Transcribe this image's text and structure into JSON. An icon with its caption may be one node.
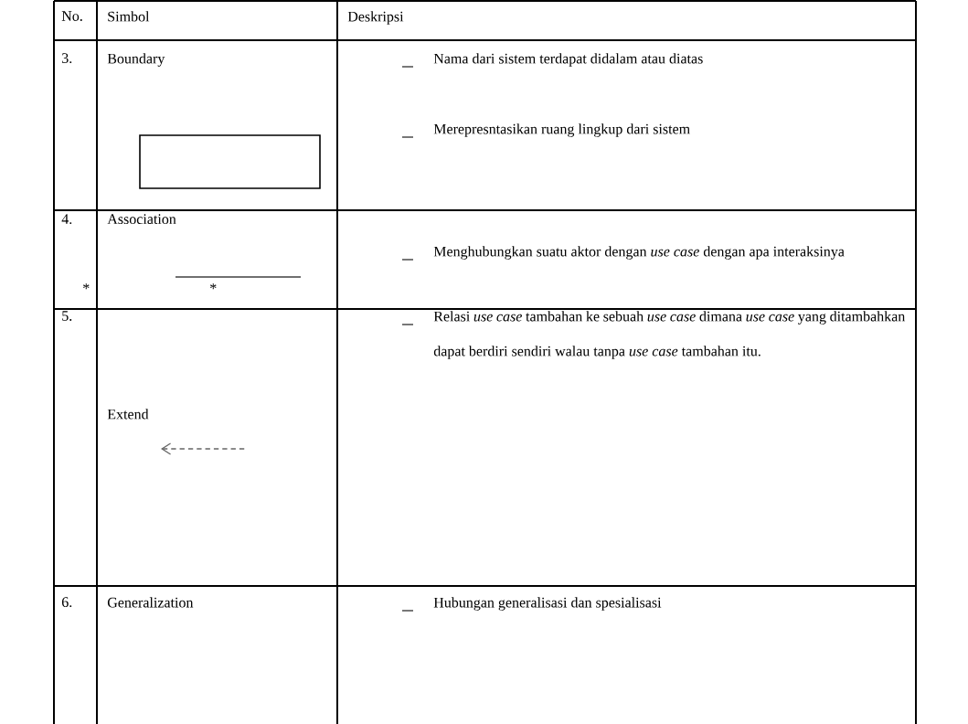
{
  "diagram": {
    "labels": [
      "No.",
      "Simbol",
      "Deskripsi",
      "3.",
      "Boundary",
      "Nama dari sistem terdapat didalam atau diatas",
      "Merepresntasikan ruang lingkup dari sistem",
      "4.",
      "Association",
      "*",
      "*",
      "Menghubungkan suatu aktor dengan *use case* dengan apa interaksinya",
      "5.",
      "Extend",
      "Relasi *use case* tambahan ke sebuah *use case* dimana *use case* yang ditambahkan dapat berdiri sendiri walau tanpa *use case* tambahan itu.",
      "6.",
      "Generalization",
      "Hubungan generalisasi dan spesialisasi"
    ]
  }
}
